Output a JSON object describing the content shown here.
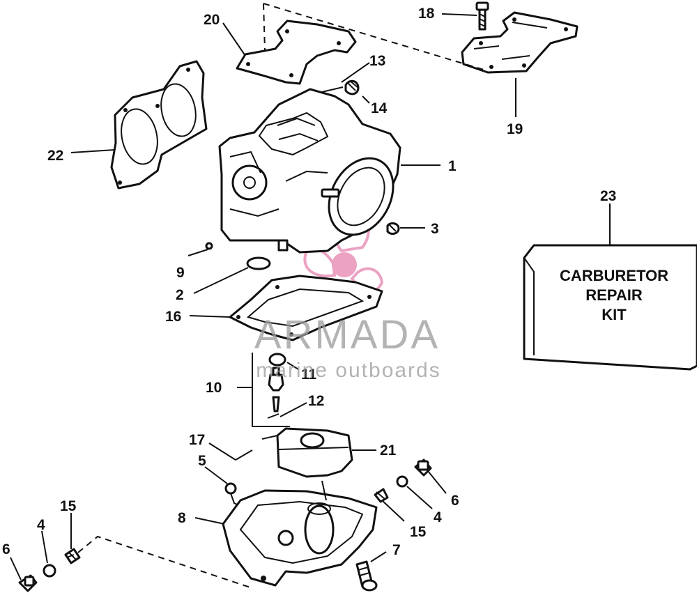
{
  "parts": {
    "p1": "1",
    "p2": "2",
    "p3": "3",
    "p4a": "4",
    "p4b": "4",
    "p5": "5",
    "p6a": "6",
    "p6b": "6",
    "p7": "7",
    "p8": "8",
    "p9": "9",
    "p10": "10",
    "p11": "11",
    "p12": "12",
    "p13": "13",
    "p14": "14",
    "p15a": "15",
    "p15b": "15",
    "p16": "16",
    "p17": "17",
    "p18": "18",
    "p19": "19",
    "p20": "20",
    "p21": "21",
    "p22": "22",
    "p23": "23"
  },
  "kit_box": {
    "line1": "CARBURETOR",
    "line2": "REPAIR",
    "line3": "KIT"
  },
  "watermark": {
    "brand": "ARMADA",
    "tagline": "marine outboards",
    "color": "#e78bb5"
  }
}
